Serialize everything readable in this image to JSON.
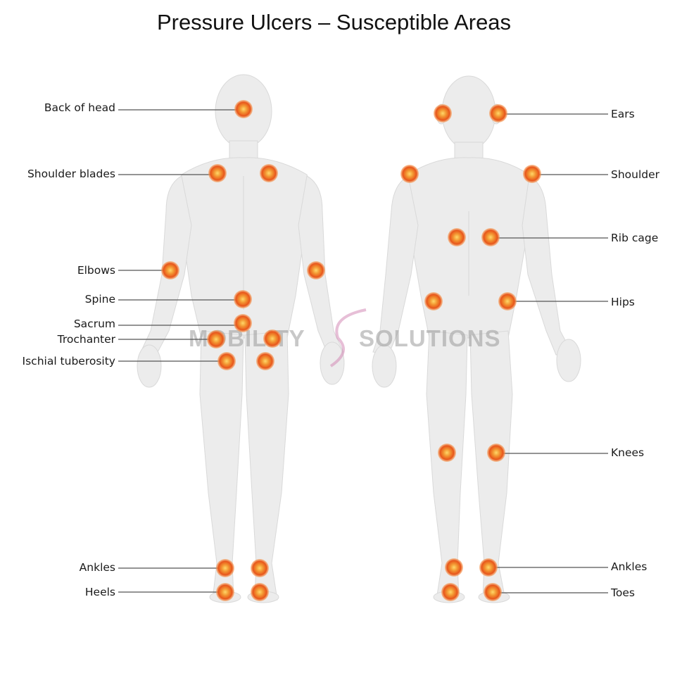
{
  "title": "Pressure Ulcers – Susceptible Areas",
  "watermark": {
    "part1": "MOBILITY",
    "part2": "SOLUTIONS"
  },
  "colors": {
    "marker_outer": "#f39a34",
    "marker_inner": "#e8551a",
    "body": "#ececec",
    "leader": "#555555"
  },
  "back_view": {
    "labels": [
      "Back of head",
      "Shoulder blades",
      "Elbows",
      "Spine",
      "Sacrum",
      "Trochanter",
      "Ischial tuberosity",
      "Ankles",
      "Heels"
    ]
  },
  "front_view": {
    "labels": [
      "Ears",
      "Shoulder",
      "Rib cage",
      "Hips",
      "Knees",
      "Ankles",
      "Toes"
    ]
  }
}
